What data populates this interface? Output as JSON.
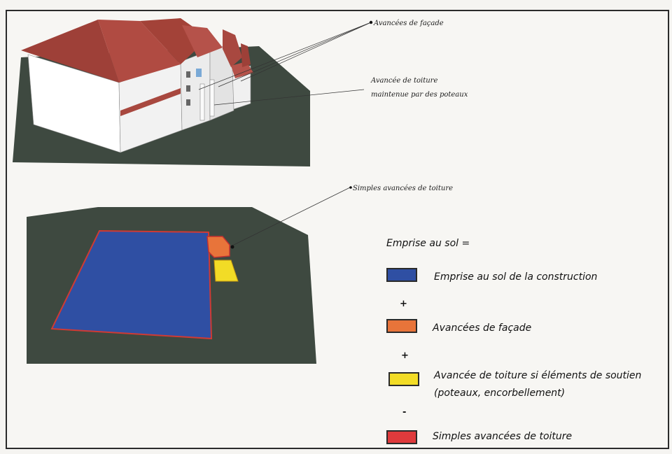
{
  "callouts": {
    "facade": "Avancées de façade",
    "roof_posts_line1": "Avancée de toiture",
    "roof_posts_line2": "maintenue par des poteaux",
    "simple_roof": "Simples avancées de toiture"
  },
  "legend": {
    "title": "Emprise au sol =",
    "items": [
      {
        "label": "Emprise au sol de la construction",
        "color": "#2f4fa3"
      },
      {
        "label": "Avancées de façade",
        "color": "#e8743a"
      },
      {
        "label_line1": "Avancée de toiture si éléments de soutien",
        "label_line2": "(poteaux, encorbellement)",
        "color": "#f2dc26"
      },
      {
        "label": "Simples avancées de toiture",
        "color": "#df3a3c"
      }
    ],
    "operators": [
      "+",
      "+",
      "-"
    ]
  },
  "colors": {
    "ground": "#3e4940",
    "roof": "#a8483f",
    "wall": "#ffffff",
    "footprint": "#2f4fa3",
    "facade_overhang": "#e8743a",
    "supported_roof": "#f2dc26",
    "simple_roof": "#df3a3c"
  }
}
